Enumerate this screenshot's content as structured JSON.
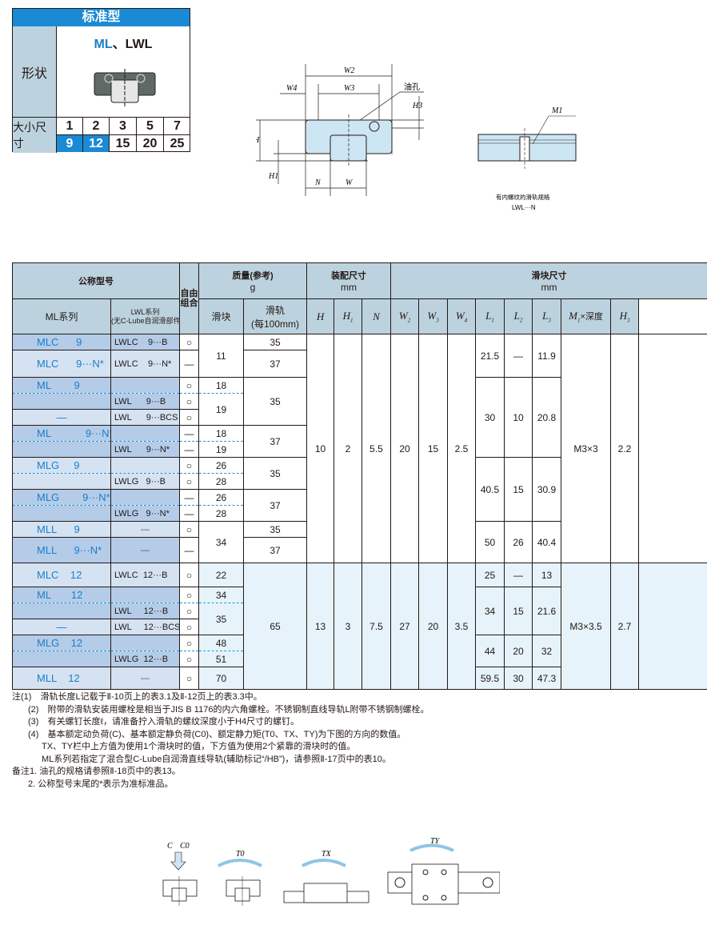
{
  "shape_box": {
    "title": "标准型",
    "shape_label": "形状",
    "series_ml": "ML",
    "series_sep": "、",
    "series_lwl": "LWL",
    "size_label": "大小尺寸",
    "size_codes": [
      "1",
      "2",
      "3",
      "5",
      "7"
    ],
    "size_values": [
      "9",
      "12",
      "15",
      "20",
      "25"
    ],
    "highlighted": [
      "9",
      "12"
    ]
  },
  "diagram": {
    "W2": "W2",
    "W3": "W3",
    "W4": "W4",
    "oil_hole": "油孔",
    "H3": "H3",
    "H": "H",
    "H1": "H1",
    "N": "N",
    "W": "W",
    "M1": "M1",
    "rail_caption": "有内螺纹的滑轨规格",
    "rail_caption_model": "LWL···N"
  },
  "table": {
    "header": {
      "model": "公称型号",
      "free": "自由组合",
      "mass": "质量(参考)",
      "mass_unit": "g",
      "mount": "装配尺寸",
      "mount_unit": "mm",
      "block": "滑块尺寸",
      "block_unit": "mm",
      "ml_series": "ML系列",
      "lwl_series": "LWL系列",
      "lwl_series_note": "(无C-Lube自润滑部件)",
      "slider": "滑块",
      "rail": "滑轨",
      "rail_note": "(每100mm)",
      "H": "H",
      "H1": "H",
      "N": "N",
      "W2": "W",
      "W3": "W",
      "W4": "W",
      "L1": "L",
      "L2": "L",
      "L3": "L",
      "M1": "M",
      "depth": "×深度",
      "H3": "H",
      "sub1": "1",
      "sub2": "2",
      "sub3": "3",
      "sub4": "4"
    },
    "rows": [
      {
        "ml": "MLC      9",
        "lwl": "LWLC    9···B",
        "free": "○"
      },
      {
        "ml": "MLC      9···N*",
        "lwl": "LWLC    9···N*",
        "free": "—"
      },
      {
        "ml": "ML        9",
        "lwl": "",
        "free": "○"
      },
      {
        "ml": "",
        "lwl": "LWL      9···B",
        "free": "○"
      },
      {
        "ml": "—",
        "lwl": "LWL      9···BCS",
        "free": "○"
      },
      {
        "ml": "ML            9···N*",
        "lwl": "",
        "free": "—"
      },
      {
        "ml": "",
        "lwl": "LWL      9···N*",
        "free": "—"
      },
      {
        "ml": "MLG     9",
        "lwl": "",
        "free": "○"
      },
      {
        "ml": "",
        "lwl": "LWLG   9···B",
        "free": "○"
      },
      {
        "ml": "MLG        9···N*",
        "lwl": "",
        "free": "—"
      },
      {
        "ml": "",
        "lwl": "LWLG   9···N*",
        "free": "—"
      },
      {
        "ml": "MLL      9",
        "lwl": "—",
        "free": "○"
      },
      {
        "ml": "MLL      9···N*",
        "lwl": "—",
        "free": "—"
      },
      {
        "ml": "MLC    12",
        "lwl": "LWLC  12···B",
        "free": "○"
      },
      {
        "ml": "ML       12",
        "lwl": "",
        "free": "○"
      },
      {
        "ml": "",
        "lwl": "LWL     12···B",
        "free": "○"
      },
      {
        "ml": "—",
        "lwl": "LWL     12···BCS",
        "free": "○"
      },
      {
        "ml": "MLG    12",
        "lwl": "",
        "free": "○"
      },
      {
        "ml": "",
        "lwl": "LWLG  12···B",
        "free": "○"
      },
      {
        "ml": "MLL    12",
        "lwl": "—",
        "free": "○"
      }
    ],
    "size9": {
      "slider_mass": [
        "11",
        "18",
        "19",
        "18",
        "19",
        "26",
        "28",
        "26",
        "28",
        "34"
      ],
      "rail_mass": [
        "35",
        "37",
        "35",
        "37",
        "35",
        "37",
        "35",
        "37"
      ],
      "H": "10",
      "H1": "2",
      "N": "5.5",
      "W2": "20",
      "W3": "15",
      "W4": "2.5",
      "L": [
        {
          "L1": "21.5",
          "L2": "—",
          "L3": "11.9"
        },
        {
          "L1": "30",
          "L2": "10",
          "L3": "20.8"
        },
        {
          "L1": "40.5",
          "L2": "15",
          "L3": "30.9"
        },
        {
          "L1": "50",
          "L2": "26",
          "L3": "40.4"
        }
      ],
      "M1_depth": "M3×3",
      "H3": "2.2"
    },
    "size12": {
      "slider_mass": [
        "22",
        "34",
        "35",
        "48",
        "51",
        "70"
      ],
      "rail_mass": "65",
      "H": "13",
      "H1": "3",
      "N": "7.5",
      "W2": "27",
      "W3": "20",
      "W4": "3.5",
      "L": [
        {
          "L1": "25",
          "L2": "—",
          "L3": "13"
        },
        {
          "L1": "34",
          "L2": "15",
          "L3": "21.6"
        },
        {
          "L1": "44",
          "L2": "20",
          "L3": "32"
        },
        {
          "L1": "59.5",
          "L2": "30",
          "L3": "47.3"
        }
      ],
      "M1_depth": "M3×3.5",
      "H3": "2.7"
    }
  },
  "notes": [
    "注(1)　滑轨长度L记载于Ⅱ-10页上的表3.1及Ⅱ-12页上的表3.3中。",
    "(2)　附带的滑轨安装用螺栓是相当于JIS B 1176的内六角螺栓。不锈钢制直线导轨L附带不锈钢制螺栓。",
    "(3)　有关螺钉长度ℓ，请准备拧入滑轨的螺纹深度小于H4尺寸的螺钉。",
    "(4)　基本额定动负荷(C)、基本额定静负荷(C0)、额定静力矩(T0、TX、TY)为下图的方向的数值。",
    "TX、TY栏中上方值为使用1个滑块时的值，下方值为使用2个紧靠的滑块时的值。",
    "ML系列若指定了混合型C-Lube自润滑直线导轨(辅助标记“/HB”)，请参照Ⅱ-17页中的表10。",
    "备注1. 油孔的规格请参照Ⅱ-18页中的表13。",
    "2. 公称型号末尾的*表示为准标准品。"
  ],
  "load_diagram": {
    "C": "C",
    "C0": "C0",
    "T0": "T0",
    "TX": "TX",
    "TY": "TY"
  },
  "colors": {
    "accent": "#1a8ad4",
    "header_bg": "#bcd3df",
    "model_blue": "#1a7fc8"
  }
}
